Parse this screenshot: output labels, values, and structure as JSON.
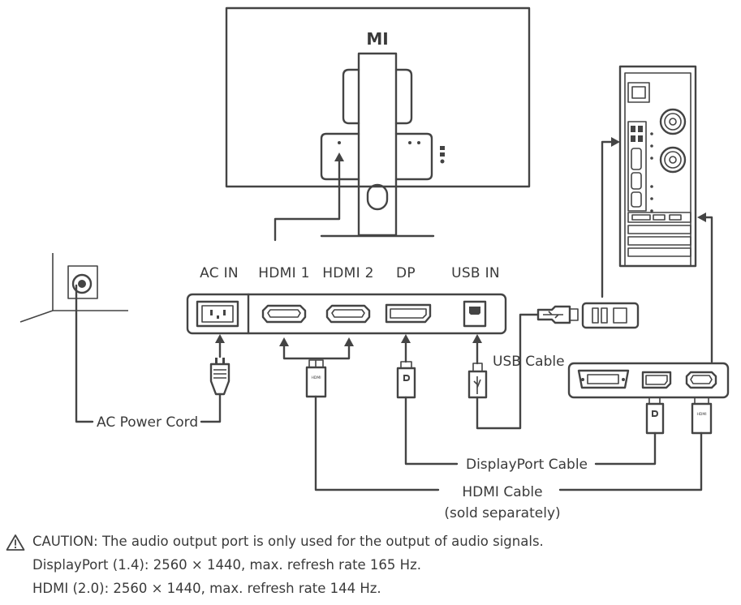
{
  "monitor": {
    "logo": "MI"
  },
  "port_labels": {
    "ac_in": "AC IN",
    "hdmi1": "HDMI 1",
    "hdmi2": "HDMI 2",
    "dp": "DP",
    "usb_in": "USB IN"
  },
  "cables": {
    "ac_power_cord": "AC Power Cord",
    "usb_cable": "USB Cable",
    "displayport_cable": "DisplayPort Cable",
    "hdmi_cable": "HDMI Cable",
    "hdmi_cable_note": "(sold separately)"
  },
  "connector_marks": {
    "hdmi": "HDMI"
  },
  "notes": {
    "caution": "CAUTION: The audio output port is only used for the output of audio signals.",
    "displayport_spec": "DisplayPort (1.4): 2560 × 1440, max. refresh rate 165 Hz.",
    "hdmi_spec": "HDMI (2.0): 2560 × 1440, max. refresh rate 144 Hz."
  },
  "icons": {
    "warning": "warning-triangle-icon",
    "usb": "usb-symbol-icon",
    "displayport": "displayport-symbol-icon",
    "monitor_logo": "mi-logo"
  }
}
